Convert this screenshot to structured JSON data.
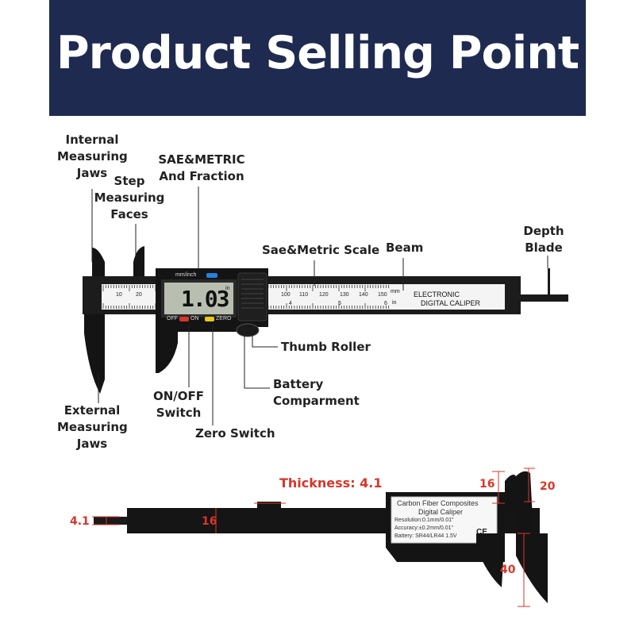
{
  "banner": {
    "title": "Product Selling Point"
  },
  "labels": {
    "internal_jaws": [
      "Internal",
      "Measuring",
      "Jaws"
    ],
    "step_faces": [
      "Step",
      "Measuring",
      "Faces"
    ],
    "sae_metric_fraction": [
      "SAE&METRIC",
      "And Fraction"
    ],
    "sae_metric_scale": "Sae&Metric Scale",
    "beam": "Beam",
    "depth_blade": [
      "Depth",
      "Blade"
    ],
    "thumb_roller": "Thumb Roller",
    "battery": [
      "Battery",
      "Comparment"
    ],
    "on_off": [
      "ON/OFF",
      "Switch"
    ],
    "zero_switch": "Zero Switch",
    "external_jaws": [
      "External",
      "Measuring",
      "Jaws"
    ]
  },
  "caliper": {
    "unit_button": "mm/inch",
    "reading": "1.03",
    "reading_unit": "in",
    "off_label": "OFF",
    "on_label": "ON",
    "zero_label": "ZERO",
    "beam_text": [
      "ELECTRONIC",
      "DIGITAL CALIPER"
    ],
    "mm_mark": "mm",
    "in_mark": "in",
    "scale_numbers": [
      "10",
      "20",
      "100",
      "110",
      "120",
      "130",
      "140",
      "150"
    ],
    "inch_numbers": [
      "4",
      "5",
      "6"
    ]
  },
  "dimensions": {
    "thickness": "Thickness: 4.1",
    "blade_width": "4.1",
    "beam_height": "16",
    "jaw_top": "16",
    "jaw_side": "20",
    "jaw_length": "40"
  },
  "spec_label": {
    "lines": [
      "Carbon Fiber Composites",
      "Digital Caliper"
    ],
    "specs": [
      "Resolution:0.1mm/0.01\"",
      "Accuracy:±0.2mm/0.01\"",
      "Battery: SR44/LR44 1.5V"
    ]
  },
  "colors": {
    "banner": "#1e2a4f",
    "dimension_red": "#d8362b",
    "body": "#1a1a1a"
  }
}
